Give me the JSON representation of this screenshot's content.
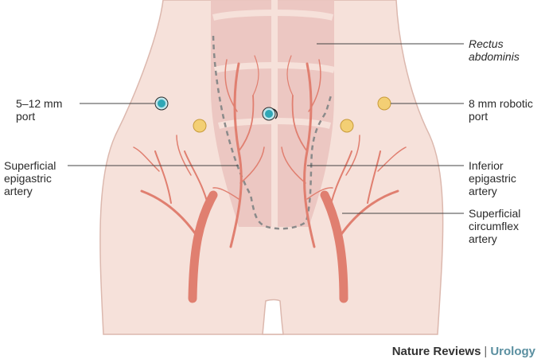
{
  "labels": {
    "rectus": [
      "Rectus",
      "abdominis"
    ],
    "port_left": [
      "5–12 mm",
      "port"
    ],
    "port_right": [
      "8 mm robotic",
      "port"
    ],
    "superficial_epigastric": [
      "Superficial",
      "epigastric",
      "artery"
    ],
    "inferior_epigastric": [
      "Inferior",
      "epigastric",
      "artery"
    ],
    "superficial_circumflex": [
      "Superficial",
      "circumflex",
      "artery"
    ]
  },
  "credit": {
    "publication": "Nature Reviews",
    "separator": "|",
    "journal": "Urology"
  },
  "colors": {
    "skin": "#f6e1da",
    "skin_edge": "#dcb8ae",
    "muscle": "#ebc4bf",
    "artery": "#e07f70",
    "port_teal": "#2fa7b6",
    "port_yellow": "#f3cf74",
    "dashed": "#8a8a8a",
    "journal": "#5a8fa0"
  },
  "icons": {
    "port_5_12": "teal-circle-port-icon",
    "port_8_robotic": "yellow-circle-port-icon"
  }
}
